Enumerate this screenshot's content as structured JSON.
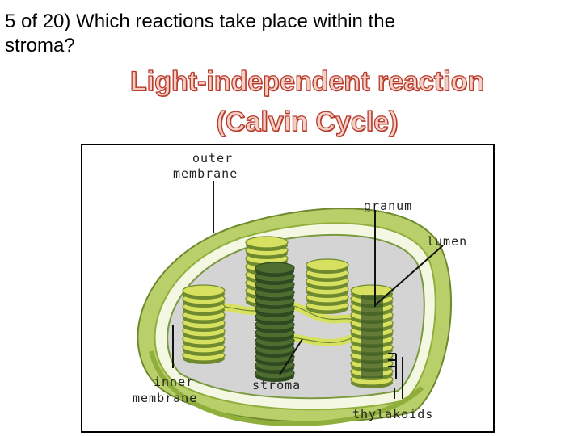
{
  "question": {
    "line1": "5 of 20) Which reactions take place within the",
    "line2": "stroma?"
  },
  "answer": {
    "line1": "Light-independent reaction",
    "line2": "(Calvin Cycle)"
  },
  "diagram": {
    "labels": {
      "outer_membrane_1": "outer",
      "outer_membrane_2": "membrane",
      "granum": "granum",
      "lumen": "lumen",
      "inner_membrane_1": "inner",
      "inner_membrane_2": "membrane",
      "stroma": "stroma",
      "thylakoids": "thylakoids"
    },
    "colors": {
      "outer_membrane": "#b9d06a",
      "outer_membrane_dark": "#8fae3c",
      "stroma": "#d4d4d4",
      "thylakoid": "#d8e060",
      "thylakoid_dark": "#6f8a2e",
      "lumen": "#3c5a28"
    }
  }
}
